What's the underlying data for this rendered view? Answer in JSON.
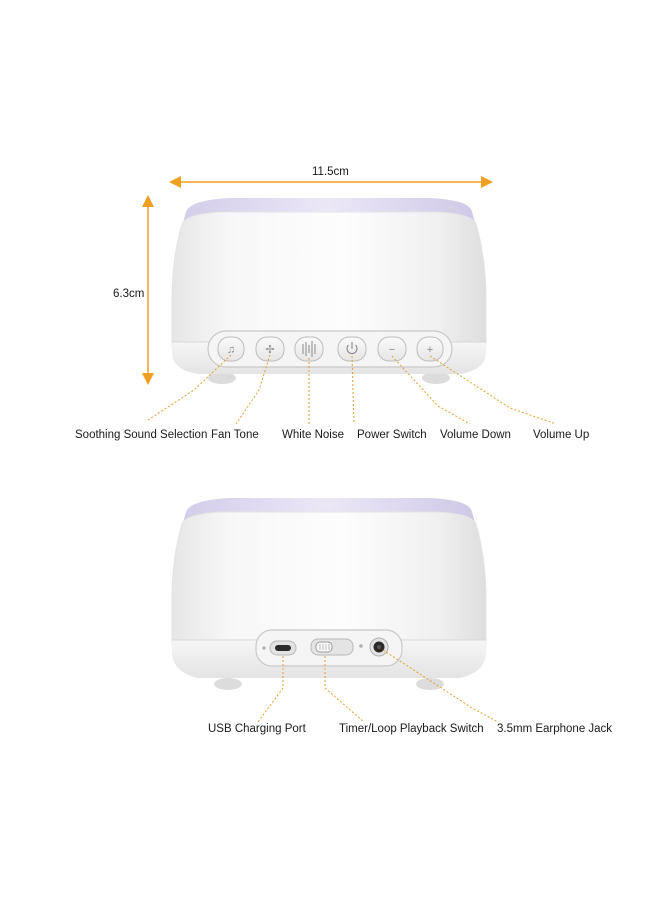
{
  "dimensions": {
    "width_label": "11.5cm",
    "height_label": "6.3cm"
  },
  "front_view": {
    "buttons": [
      {
        "icon": "music-note-icon",
        "label": "Soothing Sound Selection"
      },
      {
        "icon": "fan-icon",
        "label": "Fan Tone"
      },
      {
        "icon": "waveform-icon",
        "label": "White Noise"
      },
      {
        "icon": "power-icon",
        "label": "Power Switch"
      },
      {
        "icon": "minus-icon",
        "label": "Volume Down"
      },
      {
        "icon": "plus-icon",
        "label": "Volume Up"
      }
    ]
  },
  "back_view": {
    "ports": [
      {
        "icon": "usb-c-port-icon",
        "label": "USB Charging Port"
      },
      {
        "icon": "slide-switch-icon",
        "label": "Timer/Loop Playback Switch"
      },
      {
        "icon": "earphone-jack-icon",
        "label": "3.5mm Earphone Jack"
      }
    ]
  },
  "colors": {
    "dimension_arrow": "#f0a020",
    "callout_line": "#e0a030",
    "device_body": "#f4f4f4",
    "device_top_glow": "#dcd6f0"
  }
}
